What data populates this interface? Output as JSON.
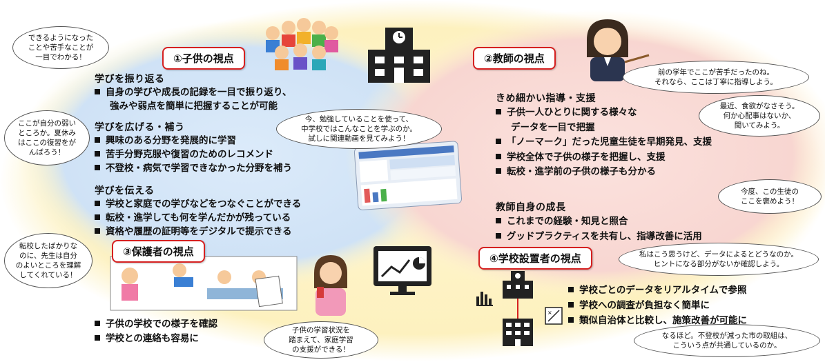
{
  "diagram": {
    "child_view": {
      "title": "①子供の視点",
      "groups": [
        {
          "heading": "学びを振り返る",
          "items": [
            "自身の学びや成長の記録を一目で振り返り、",
            "強みや弱点を簡単に把握することが可能"
          ]
        },
        {
          "heading": "学びを広げる・補う",
          "items": [
            "興味のある分野を発展的に学習",
            "苦手分野克服や復習のためのレコメンド",
            "不登校・病気で学習できなかった分野を補う"
          ]
        },
        {
          "heading": "学びを伝える",
          "items": [
            "学校と家庭での学びなどをつなぐことができる",
            "転校・進学しても何を学んだかが残っている",
            "資格や履歴の証明等をデジタルで提示できる"
          ]
        }
      ]
    },
    "teacher_view": {
      "title": "②教師の視点",
      "groups": [
        {
          "heading": "きめ細かい指導・支援",
          "items": [
            "子供一人ひとりに関する様々な",
            "データを一目で把握",
            "「ノーマーク」だった児童生徒を早期発見、支援",
            "学校全体で子供の様子を把握し、支援",
            "転校・進学前の子供の様子も分かる"
          ]
        },
        {
          "heading": "教師自身の成長",
          "items": [
            "これまでの経験・知見と照合",
            "グッドプラクティスを共有し、指導改善に活用"
          ]
        }
      ]
    },
    "guardian_view": {
      "title": "③保護者の視点",
      "items": [
        "子供の学校での様子を確認",
        "学校との連絡も容易に"
      ]
    },
    "founder_view": {
      "title": "④学校設置者の視点",
      "items": [
        "学校ごとのデータをリアルタイムで参照",
        "学校への調査が負担なく簡単に",
        "類似自治体と比較し、施策改善が可能に"
      ]
    },
    "bubbles": {
      "b1": "できるようになった\nことや苦手なことが\n一目でわかる！",
      "b2": "ここが自分の弱い\nところか。夏休み\nはここの復習をが\nんばろう！",
      "b3": "今、勉強していることを使って、\n中学校ではこんなことを学ぶのか。\n試しに関連動画を見てみよう！",
      "b4": "転校したばかりな\nのに、先生は自分\nのよいところを理解\nしてくれている！",
      "b5": "前の学年でここが苦手だったのね。\nそれなら、ここは丁寧に指導しよう。",
      "b6": "最近、食欲がなさそう。\n何か心配事はないか、\n聞いてみよう。",
      "b7": "今度、この生徒の\nここを褒めよう！",
      "b8": "私はこう思うけど、データによるとどうなのか。\nヒントになる部分がないか確認しよう。",
      "b9": "子供の学習状況を\n踏まえて、家庭学習\nの支援ができる！",
      "b10": "なるほど。不登校が減った市の取組は、\nこういう点が共通しているのか。"
    },
    "colors": {
      "outer": "#fdf3c2",
      "left": "#cfe3f7",
      "right": "#f9d9d6",
      "title_border": "#d62020"
    }
  }
}
